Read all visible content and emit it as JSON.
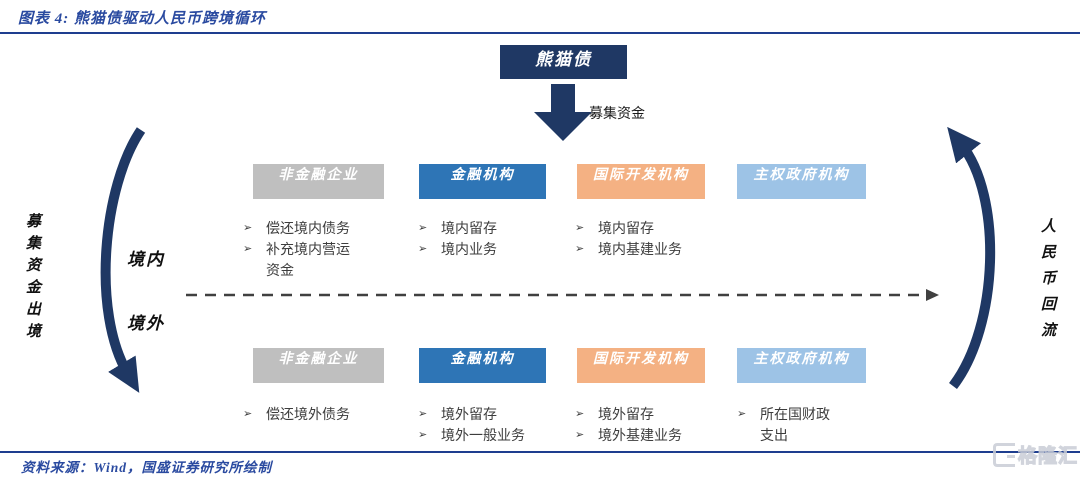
{
  "header": {
    "title": "图表 4: 熊猫债驱动人民币跨境循环"
  },
  "diagram": {
    "top_box_label": "熊猫债",
    "funds_arrow_label": "募集资金",
    "left_flow_label": "募集资金出境",
    "right_flow_label": "人民币回流",
    "region_labels": {
      "domestic": "境内",
      "overseas": "境外"
    },
    "bullet_marker": "➢",
    "columns": [
      {
        "name": "非金融企业",
        "color": "#bfbfbf",
        "domestic_items": [
          "偿还境内债务",
          "补充境内营运资金"
        ],
        "overseas_items": [
          "偿还境外债务"
        ]
      },
      {
        "name": "金融机构",
        "color": "#2e75b6",
        "domestic_items": [
          "境内留存",
          "境内业务"
        ],
        "overseas_items": [
          "境外留存",
          "境外一般业务"
        ]
      },
      {
        "name": "国际开发机构",
        "color": "#f4b183",
        "domestic_items": [
          "境内留存",
          "境内基建业务"
        ],
        "overseas_items": [
          "境外留存",
          "境外基建业务"
        ]
      },
      {
        "name": "主权政府机构",
        "color": "#9dc3e6",
        "domestic_items": [],
        "overseas_items": [
          "所在国财政支出"
        ]
      }
    ]
  },
  "footer": {
    "source": "资料来源：Wind，国盛证券研究所绘制",
    "watermark": "格隆汇"
  },
  "colors": {
    "navy": "#1f3864",
    "rule_blue": "#1e3e8f",
    "title_blue": "#2a4aa0",
    "dashed_line": "#404040"
  }
}
